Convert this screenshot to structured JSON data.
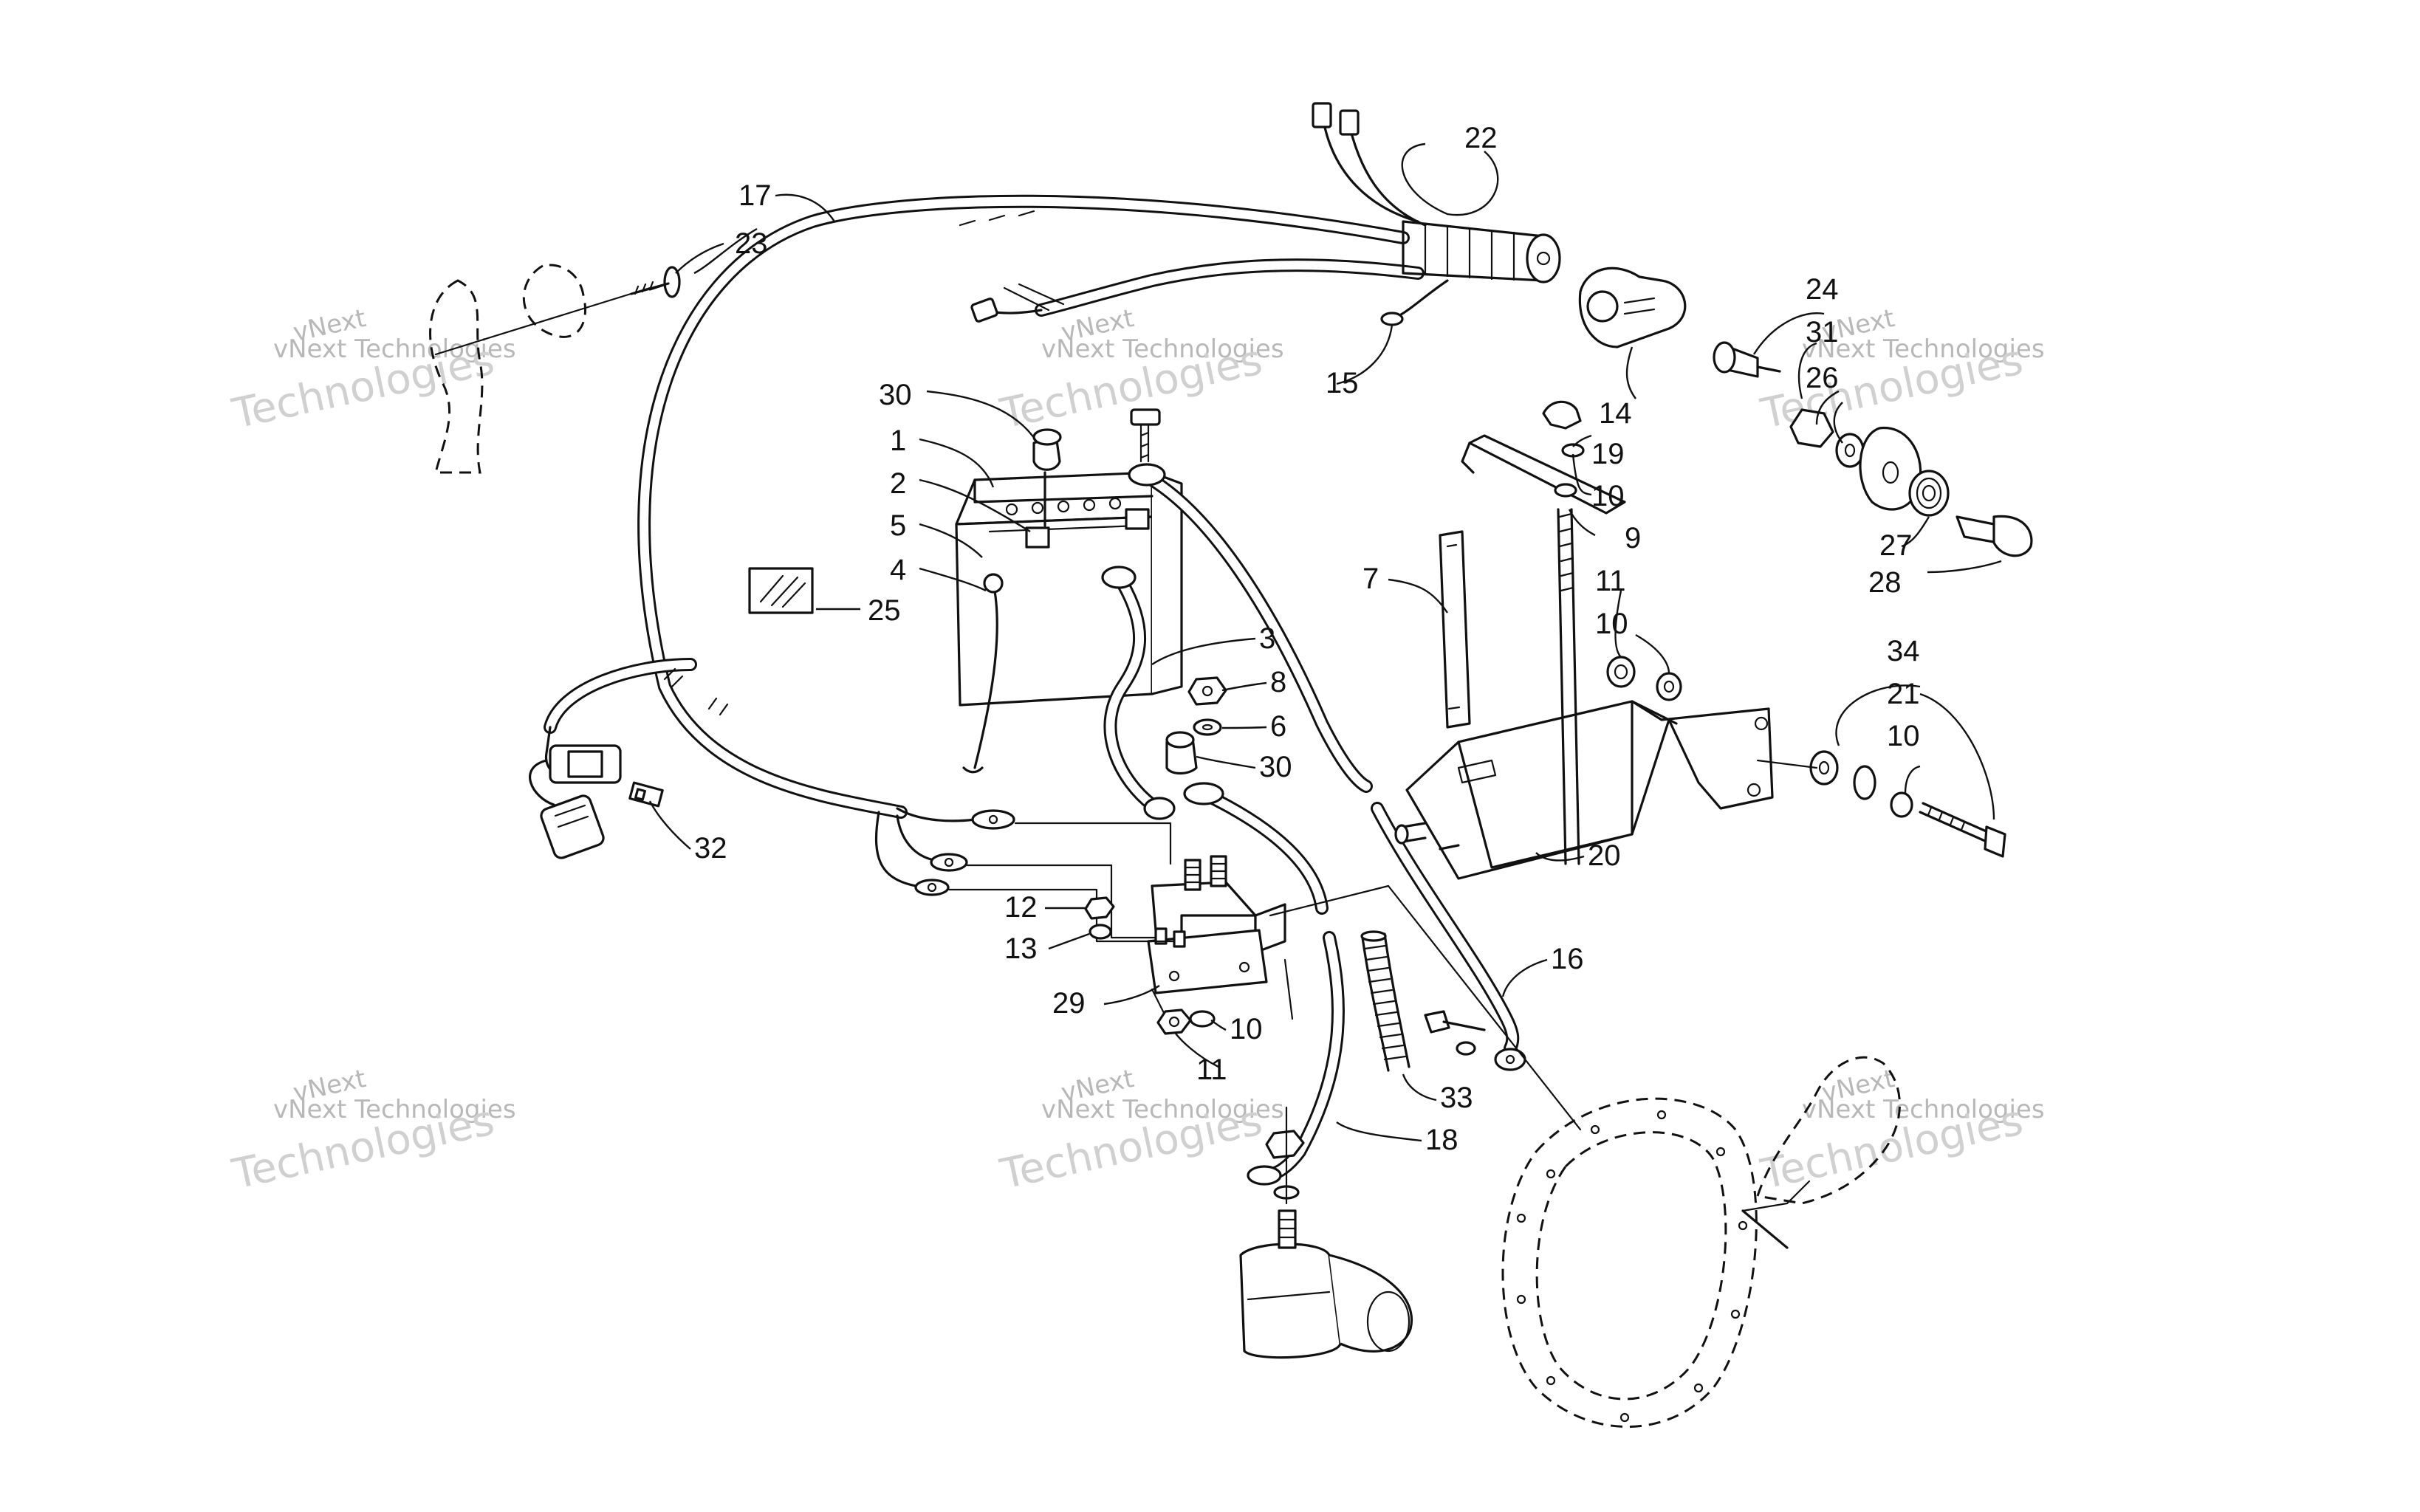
{
  "labels": [
    {
      "id": "1",
      "text": "1"
    },
    {
      "id": "2",
      "text": "2"
    },
    {
      "id": "3",
      "text": "3"
    },
    {
      "id": "4",
      "text": "4"
    },
    {
      "id": "5",
      "text": "5"
    },
    {
      "id": "6",
      "text": "6"
    },
    {
      "id": "7",
      "text": "7"
    },
    {
      "id": "8",
      "text": "8"
    },
    {
      "id": "9",
      "text": "9"
    },
    {
      "id": "10a",
      "text": "10"
    },
    {
      "id": "10b",
      "text": "10"
    },
    {
      "id": "10c",
      "text": "10"
    },
    {
      "id": "10d",
      "text": "10"
    },
    {
      "id": "11a",
      "text": "11"
    },
    {
      "id": "11b",
      "text": "11"
    },
    {
      "id": "12",
      "text": "12"
    },
    {
      "id": "13",
      "text": "13"
    },
    {
      "id": "14",
      "text": "14"
    },
    {
      "id": "15",
      "text": "15"
    },
    {
      "id": "16",
      "text": "16"
    },
    {
      "id": "17",
      "text": "17"
    },
    {
      "id": "18",
      "text": "18"
    },
    {
      "id": "19",
      "text": "19"
    },
    {
      "id": "20",
      "text": "20"
    },
    {
      "id": "21",
      "text": "21"
    },
    {
      "id": "22",
      "text": "22"
    },
    {
      "id": "23",
      "text": "23"
    },
    {
      "id": "24",
      "text": "24"
    },
    {
      "id": "25",
      "text": "25"
    },
    {
      "id": "26",
      "text": "26"
    },
    {
      "id": "27",
      "text": "27"
    },
    {
      "id": "28",
      "text": "28"
    },
    {
      "id": "29",
      "text": "29"
    },
    {
      "id": "30a",
      "text": "30"
    },
    {
      "id": "30b",
      "text": "30"
    },
    {
      "id": "31",
      "text": "31"
    },
    {
      "id": "32",
      "text": "32"
    },
    {
      "id": "33",
      "text": "33"
    },
    {
      "id": "34",
      "text": "34"
    }
  ],
  "watermark": {
    "line1": "vNext",
    "line2": "vNext Technologies",
    "line3": "Technologies"
  }
}
